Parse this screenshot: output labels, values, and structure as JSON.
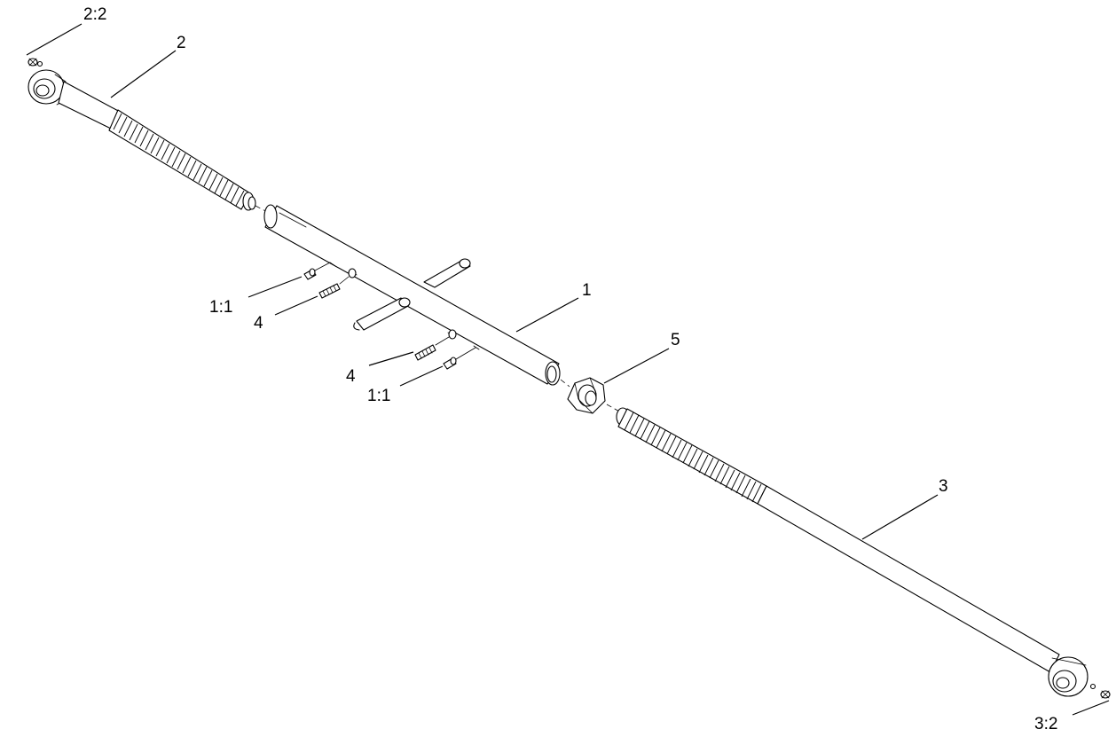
{
  "diagram": {
    "callouts": [
      {
        "id": "c-2-2",
        "text": "2:2"
      },
      {
        "id": "c-2",
        "text": "2"
      },
      {
        "id": "c-1",
        "text": "1"
      },
      {
        "id": "c-1-1-a",
        "text": "1:1"
      },
      {
        "id": "c-4-a",
        "text": "4"
      },
      {
        "id": "c-5",
        "text": "5"
      },
      {
        "id": "c-4-b",
        "text": "4"
      },
      {
        "id": "c-1-1-b",
        "text": "1:1"
      },
      {
        "id": "c-3",
        "text": "3"
      },
      {
        "id": "c-3-2",
        "text": "3:2"
      }
    ]
  }
}
